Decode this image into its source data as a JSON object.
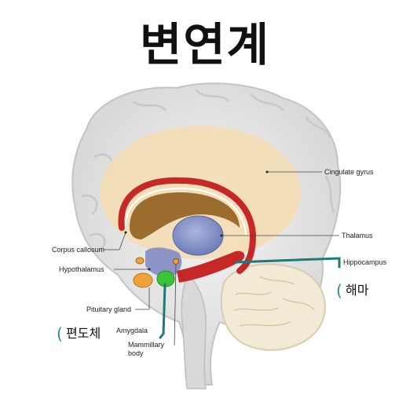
{
  "title": "변연계",
  "labels": {
    "cingulate_gyrus": "Cingulate gyrus",
    "corpus_callosum": "Corpus callosum",
    "thalamus": "Thalamus",
    "hippocampus": "Hippocampus",
    "hypothalamus": "Hypothalamus",
    "pituitary_gland": "Pituitary gland",
    "amygdala": "Amygdala",
    "mammillary_body_line1": "Mammillary",
    "mammillary_body_line2": "body"
  },
  "korean_labels": {
    "hippocampus": "해마",
    "amygdala": "편도체"
  },
  "colors": {
    "brain": "#e6e6e6",
    "cingulate": "#f4ddb5",
    "corpus_callosum": "#c62828",
    "ventricle": "#9c6b2e",
    "thalamus": "#8b98c9",
    "hippocampus_line": "#1e7a7a",
    "amygdala": "#3ac43a",
    "pituitary": "#f0a23a",
    "cerebellum": "#f3ead6"
  }
}
